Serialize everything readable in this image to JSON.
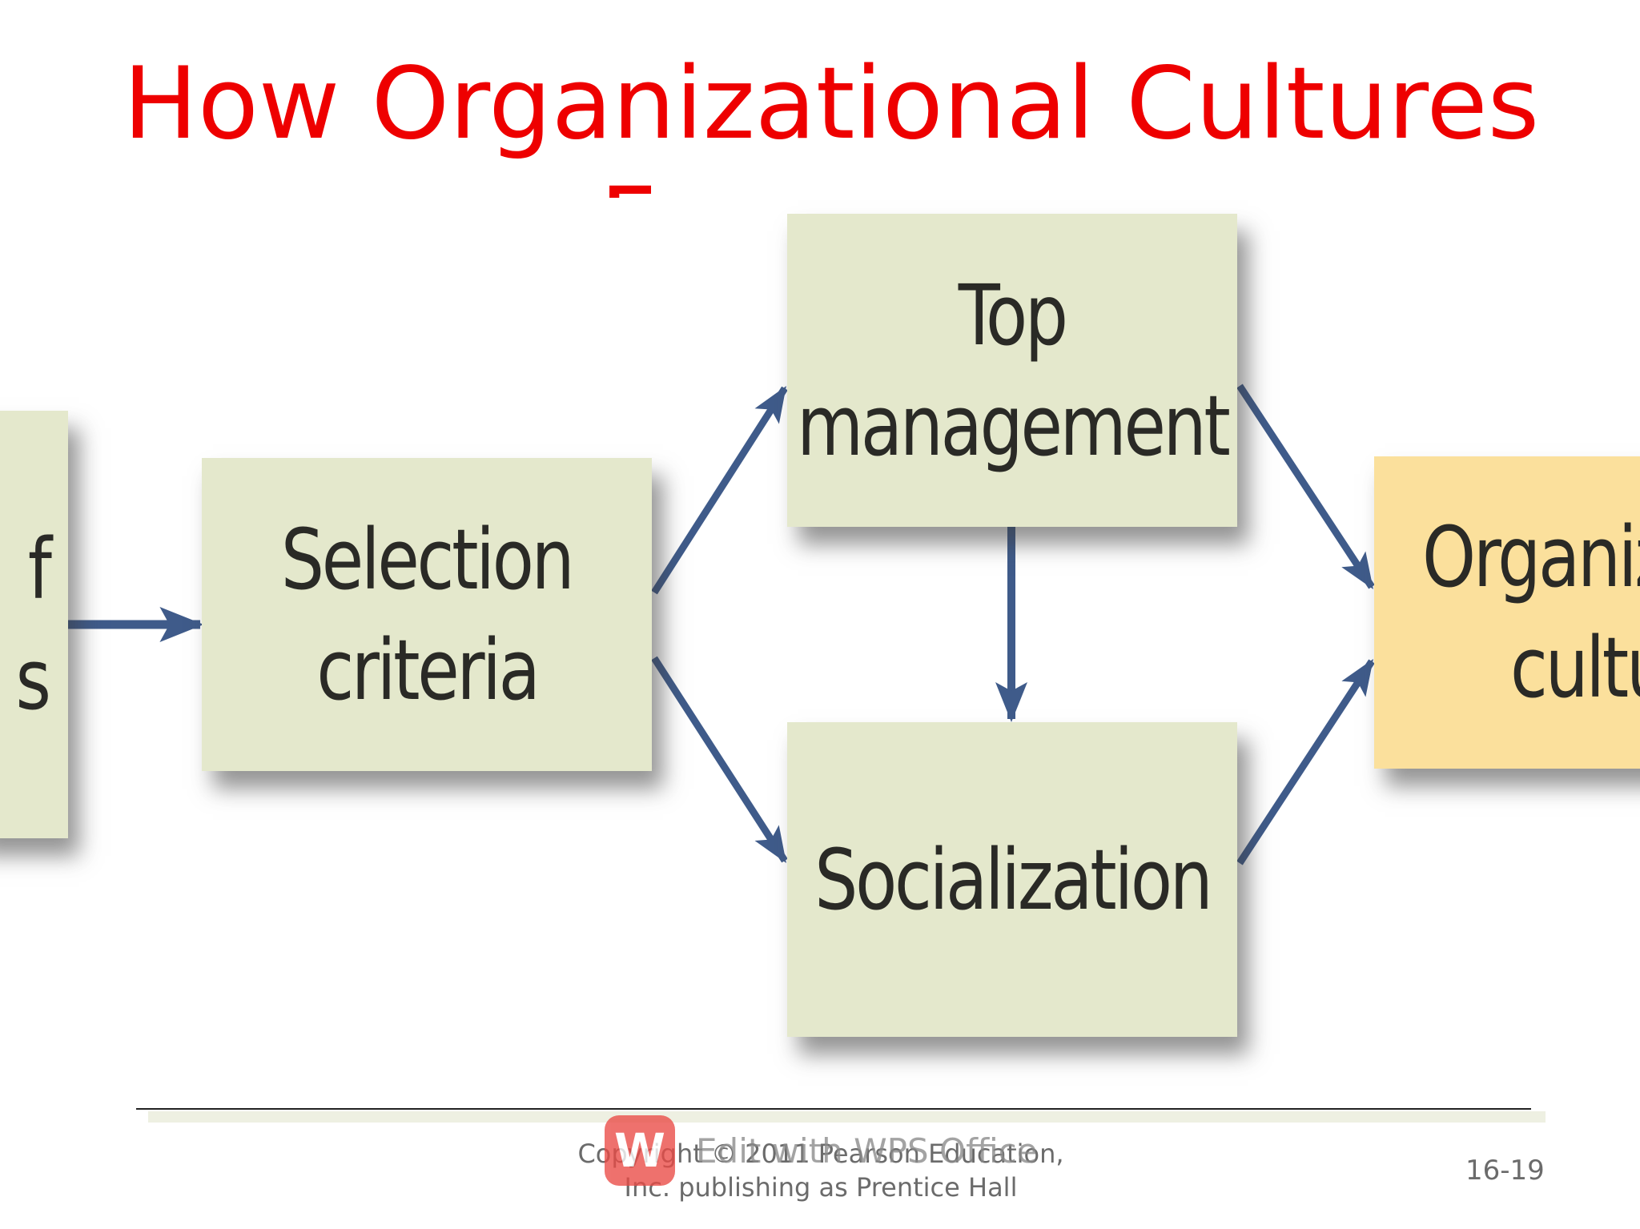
{
  "slide": {
    "title_line1": "How Organizational Cultures",
    "title_line2": "Form",
    "footer": {
      "copyright_line1": "Copyright © 2011 Pearson Education,",
      "copyright_line2": "Inc. publishing as Prentice Hall",
      "page_number": "16-19"
    }
  },
  "diagram": {
    "nodes": {
      "left_partial": {
        "line1": "f",
        "line2": "s"
      },
      "selection": {
        "line1": "Selection",
        "line2": "criteria"
      },
      "top_management": {
        "line1": "Top",
        "line2": "management"
      },
      "socialization": {
        "line1": "Socialization"
      },
      "org_culture": {
        "line1": "Organiz",
        "line2": "cultu"
      }
    },
    "edges": [
      {
        "from": "left_partial",
        "to": "selection"
      },
      {
        "from": "selection",
        "to": "top_management"
      },
      {
        "from": "selection",
        "to": "socialization"
      },
      {
        "from": "top_management",
        "to": "socialization"
      },
      {
        "from": "top_management",
        "to": "org_culture"
      },
      {
        "from": "socialization",
        "to": "org_culture"
      }
    ],
    "colors": {
      "box": "#e4e8cc",
      "culture_box": "#fbe09c",
      "arrow": "#3f5b8a",
      "title": "#ee0000"
    }
  },
  "watermark": {
    "icon": "wps-office-logo-icon",
    "logo_letter": "W",
    "text": "Edit with WPS Office"
  }
}
